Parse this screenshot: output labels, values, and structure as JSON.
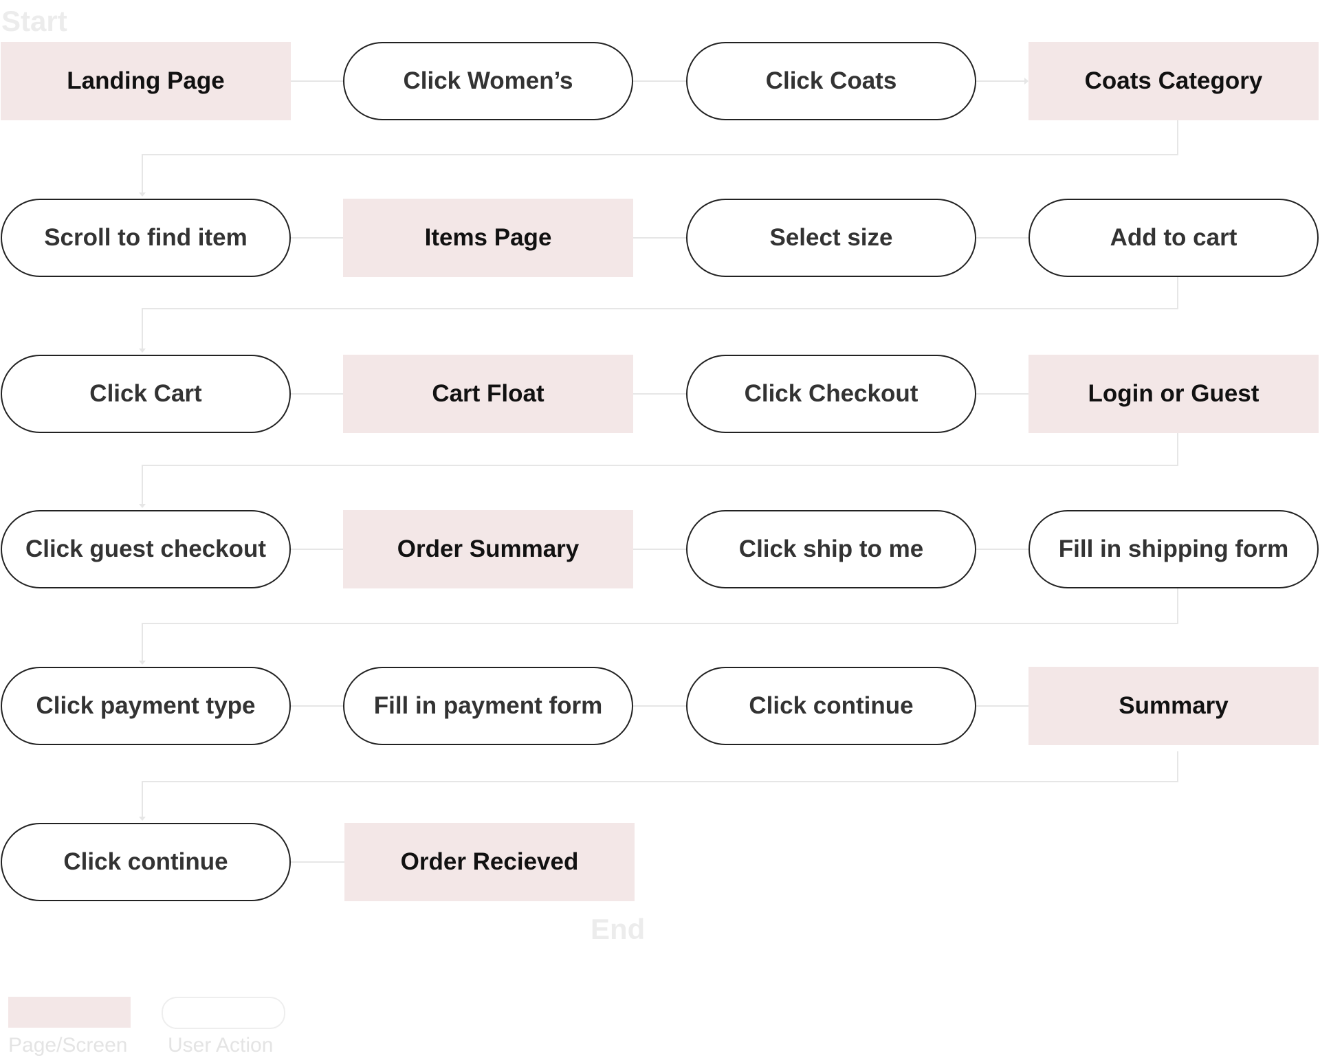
{
  "labels": {
    "start": "Start",
    "end": "End"
  },
  "flow": {
    "row1": [
      "Landing Page",
      "Click Women’s",
      "Click Coats",
      "Coats Category"
    ],
    "row2": [
      "Scroll to find item",
      "Items Page",
      "Select size",
      "Add to cart"
    ],
    "row3": [
      "Click Cart",
      "Cart Float",
      "Click Checkout",
      "Login or Guest"
    ],
    "row4": [
      "Click guest checkout",
      "Order Summary",
      "Click ship to me",
      "Fill in shipping form"
    ],
    "row5": [
      "Click payment type",
      "Fill in payment form",
      "Click continue",
      "Summary"
    ],
    "row6": [
      "Click continue",
      "Order Recieved"
    ]
  },
  "legend": {
    "page_label": "Page/Screen",
    "action_label": "User Action"
  },
  "colors": {
    "page_fill": "#f3e7e7",
    "action_border": "#222222",
    "connector": "#e6e6e6"
  }
}
